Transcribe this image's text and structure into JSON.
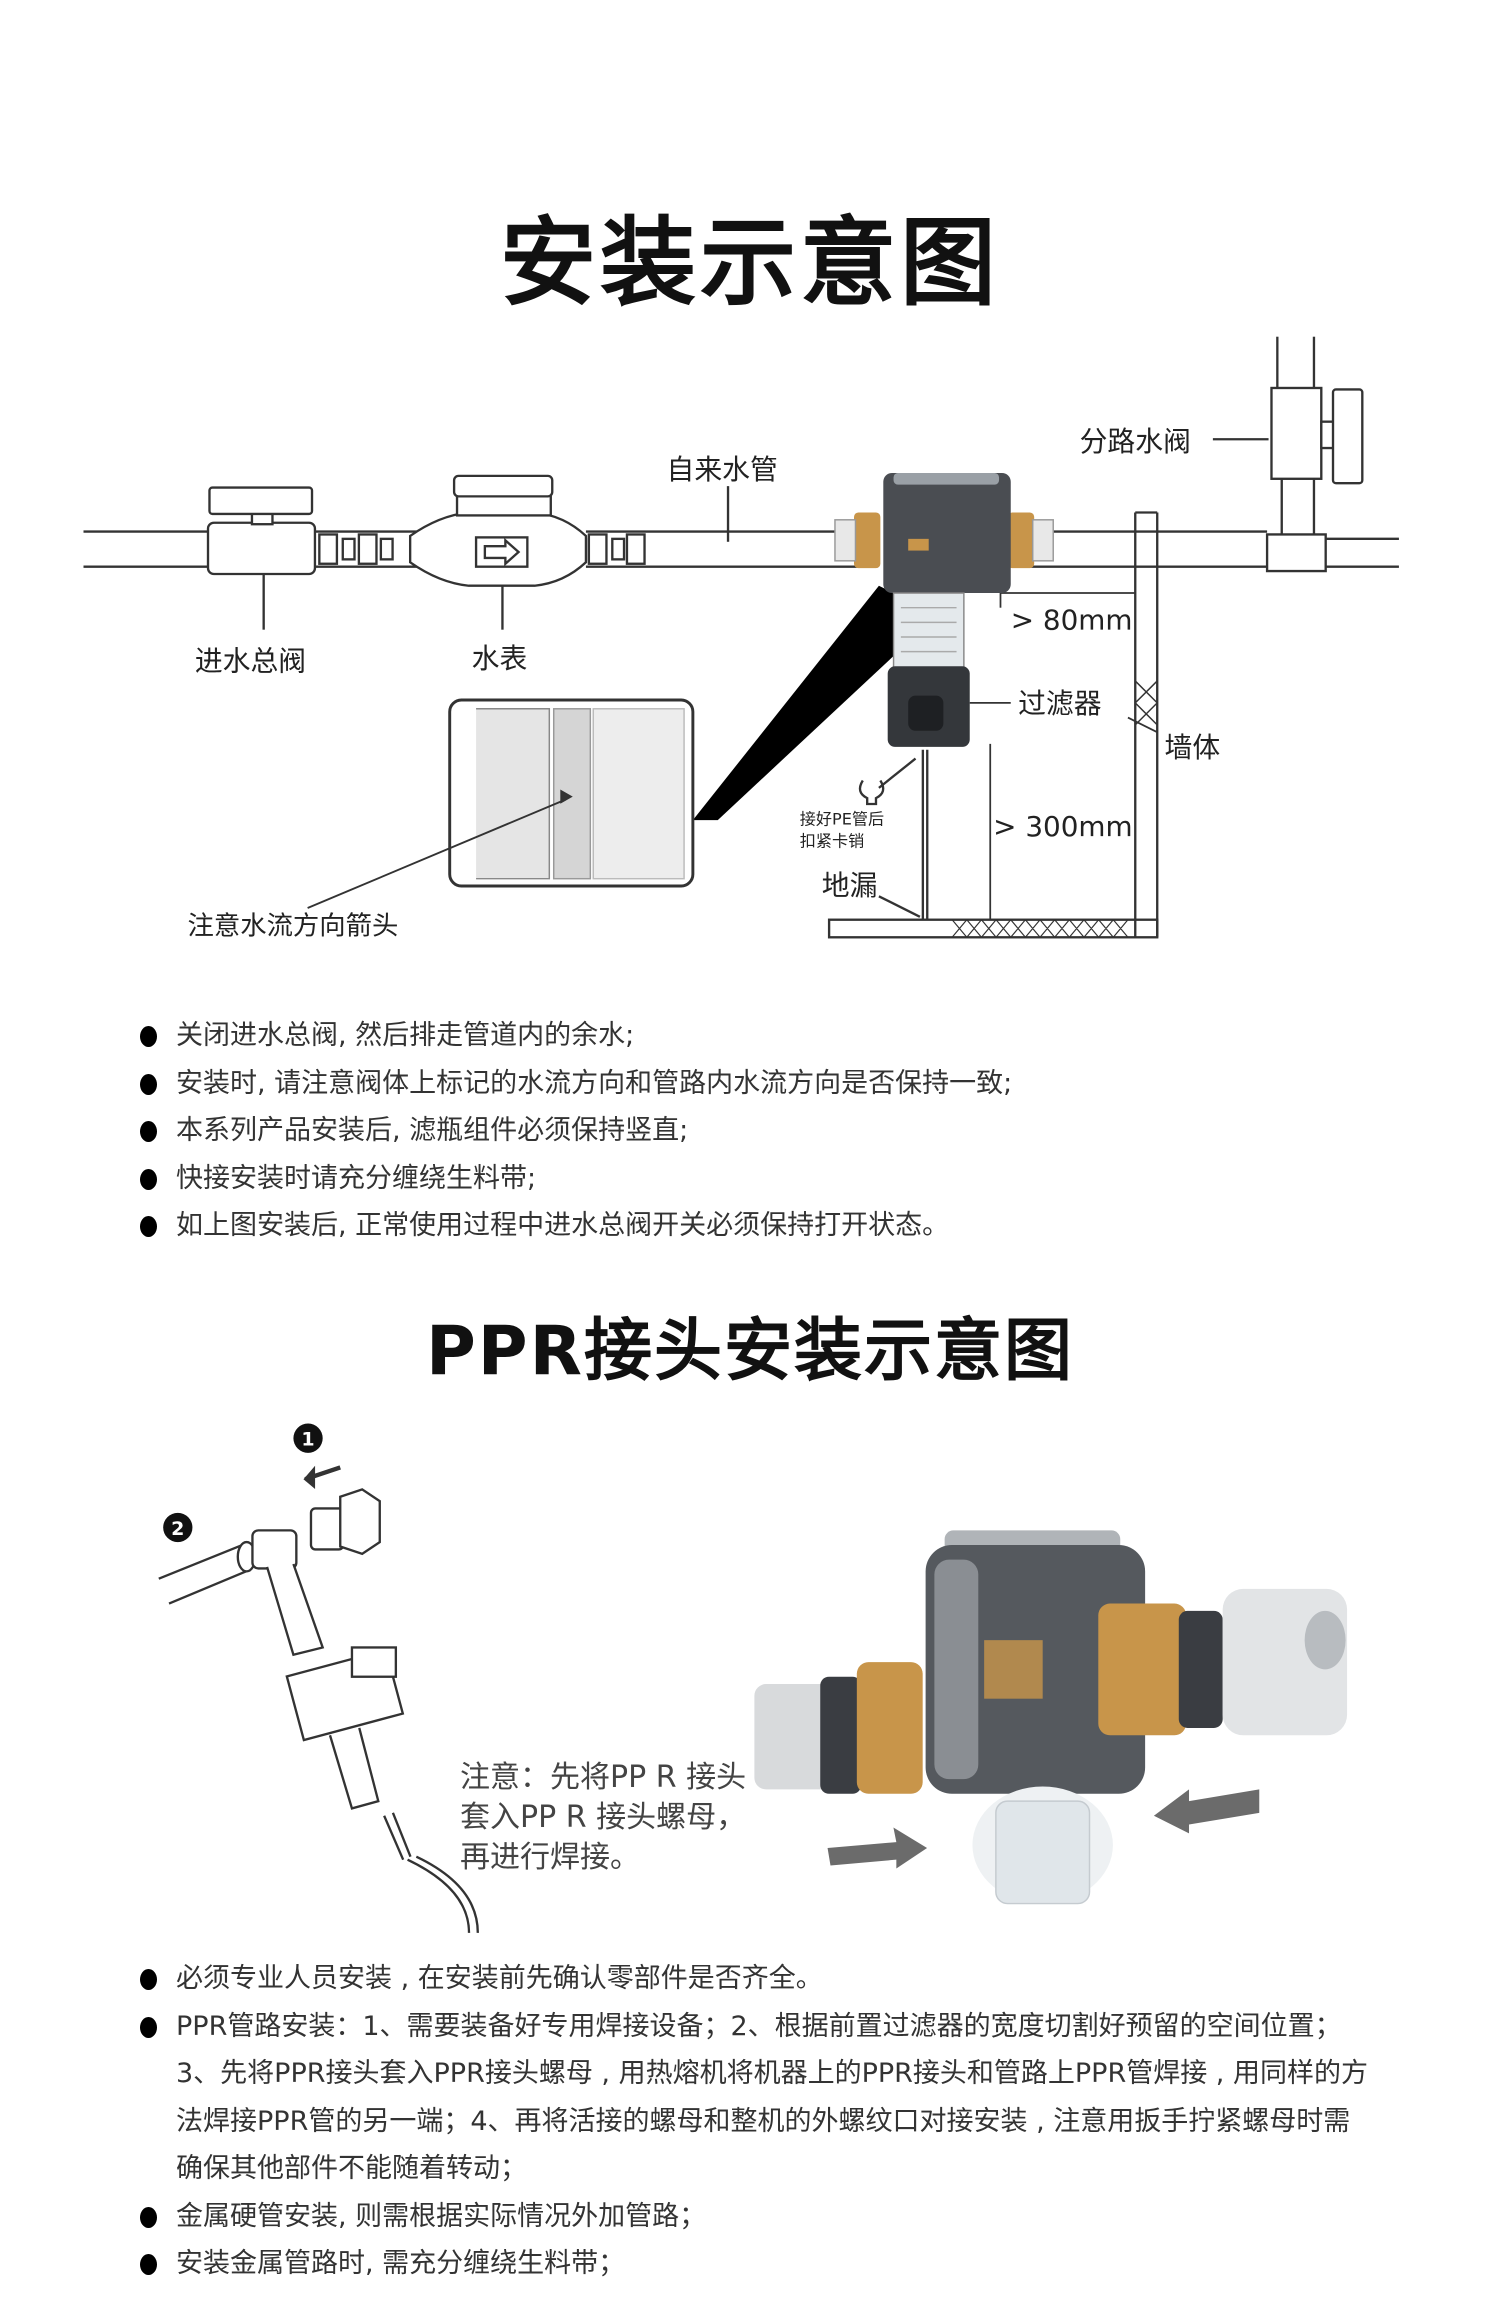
{
  "section1": {
    "title": "安装示意图",
    "labels": {
      "tap_pipe": "自来水管",
      "branch_valve": "分路水阀",
      "main_valve": "进水总阀",
      "water_meter": "水表",
      "gap_80": "> 80mm",
      "filter": "过滤器",
      "wall": "墙体",
      "pe_line1": "接好PE管后",
      "pe_line2": "扣紧卡销",
      "gap_300": "> 300mm",
      "floor_drain": "地漏",
      "flow_arrow_note": "注意水流方向箭头"
    },
    "bullets": [
      "关闭进水总阀, 然后排走管道内的余水;",
      "安装时, 请注意阀体上标记的水流方向和管路内水流方向是否保持一致;",
      "本系列产品安装后, 滤瓶组件必须保持竖直;",
      "快接安装时请充分缠绕生料带;",
      "如上图安装后, 正常使用过程中进水总阀开关必须保持打开状态。"
    ]
  },
  "section2": {
    "title": "PPR接头安装示意图",
    "step_numbers": [
      "1",
      "2"
    ],
    "note": "注意：先将PP R 接头套入PP R 接头螺母，再进行焊接。",
    "bullets": [
      "必须专业人员安装 , 在安装前先确认零部件是否齐全。",
      "PPR管路安装：1、需要装备好专用焊接设备；2、根据前置过滤器的宽度切割好预留的空间位置；3、先将PPR接头套入PPR接头螺母 , 用热熔机将机器上的PPR接头和管路上PPR管焊接 , 用同样的方法焊接PPR管的另一端；4、再将活接的螺母和整机的外螺纹口对接安装 , 注意用扳手拧紧螺母时需确保其他部件不能随着转动；",
      "金属硬管安装, 则需根据实际情况外加管路；",
      "安装金属管路时, 需充分缠绕生料带；"
    ]
  },
  "colors": {
    "text": "#222222",
    "device_dark": "#3a3d42",
    "brass": "#c8954a",
    "gray_arrow": "#6b6b6b"
  }
}
